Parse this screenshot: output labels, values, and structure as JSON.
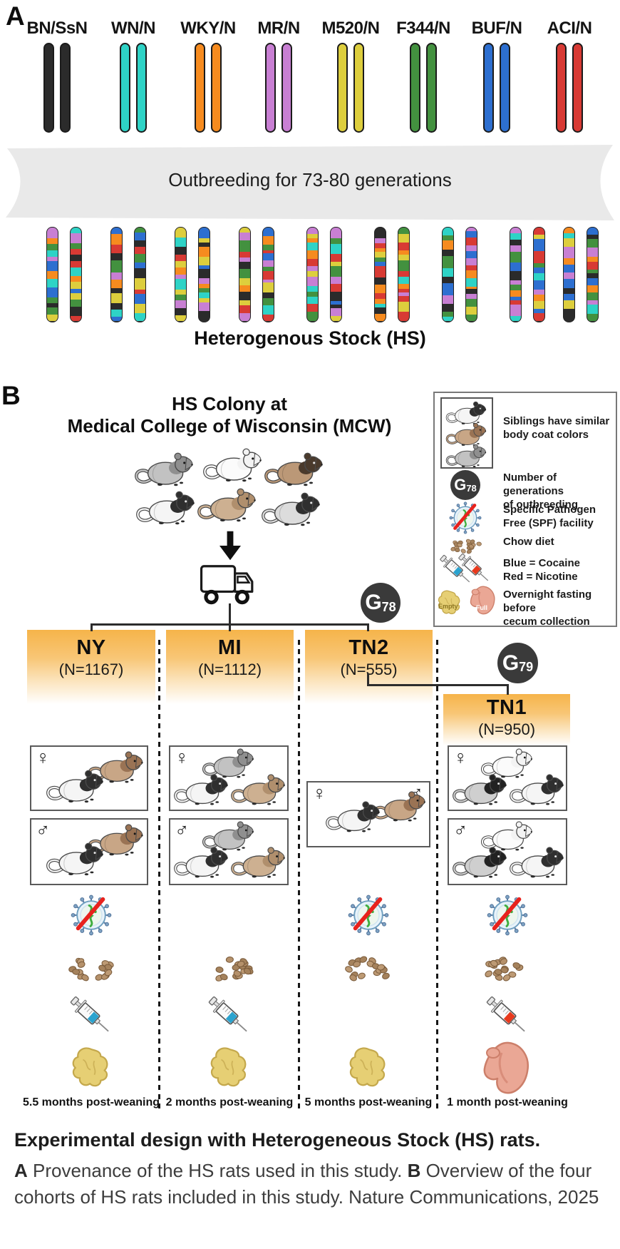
{
  "panel_a": {
    "label": "A",
    "strains": [
      {
        "name": "BN/SsN",
        "color": "#2b2b2b"
      },
      {
        "name": "WN/N",
        "color": "#2ed3c6"
      },
      {
        "name": "WKY/N",
        "color": "#f68b1f"
      },
      {
        "name": "MR/N",
        "color": "#c87fd3"
      },
      {
        "name": "M520/N",
        "color": "#ddce3d"
      },
      {
        "name": "F344/N",
        "color": "#43913f"
      },
      {
        "name": "BUF/N",
        "color": "#2d6fd0"
      },
      {
        "name": "ACI/N",
        "color": "#d83a34"
      }
    ],
    "outbreeding_text": "Outbreeding for 73-80 generations",
    "hs_label": "Heterogenous Stock (HS)",
    "mosaic_pair_count": 9
  },
  "panel_b": {
    "label": "B",
    "colony_title_line1": "HS Colony at",
    "colony_title_line2": "Medical College of Wisconsin (MCW)",
    "colony_rats": [
      "gray",
      "white",
      "brown-hooded",
      "hooded",
      "tan",
      "gray-hooded"
    ],
    "female_symbol": "♀",
    "male_symbol": "♂",
    "generation_badges": [
      {
        "id": "g78",
        "letter": "G",
        "number": "78"
      },
      {
        "id": "g79",
        "letter": "G",
        "number": "79"
      }
    ],
    "legend": {
      "items": [
        {
          "icon": "sibling-rats-icon",
          "text": "Siblings have similar\nbody coat colors",
          "rats": [
            "hooded",
            "brown",
            "gray"
          ]
        },
        {
          "icon": "generation-badge-icon",
          "text": "Number of generations\nof outbreeding",
          "badge": {
            "letter": "G",
            "number": "78"
          }
        },
        {
          "icon": "spf-virus-icon",
          "text": "Specific Pathogen\nFree (SPF) facility"
        },
        {
          "icon": "chow-icon",
          "text": "Chow diet"
        },
        {
          "icon": "syringes-icon",
          "text": "Blue = Cocaine\nRed = Nicotine"
        },
        {
          "icon": "cecum-icons",
          "text": "Overnight fasting before\ncecum collection",
          "empty_label": "Empty",
          "full_label": "Full"
        }
      ]
    },
    "cohorts": [
      {
        "name": "NY",
        "n_label": "(N=1167)",
        "sex_boxes": "separate",
        "female_rats": [
          "hooded",
          "brown"
        ],
        "male_rats": [
          "hooded",
          "brown"
        ],
        "spf": true,
        "chow": true,
        "drug": "cocaine",
        "cecum": "empty",
        "timeline": "5.5 months post-weaning"
      },
      {
        "name": "MI",
        "n_label": "(N=1112)",
        "sex_boxes": "separate",
        "female_rats": [
          "gray",
          "hooded",
          "tan"
        ],
        "male_rats": [
          "gray",
          "hooded",
          "tan"
        ],
        "spf": false,
        "chow": true,
        "drug": "cocaine",
        "cecum": "empty",
        "timeline": "2 months post-weaning"
      },
      {
        "name": "TN2",
        "n_label": "(N=555)",
        "sex_boxes": "combined",
        "female_rats": [
          "hooded",
          "brown"
        ],
        "male_rats": [],
        "spf": true,
        "chow": true,
        "drug": null,
        "cecum": "empty",
        "timeline": "5 months post-weaning"
      },
      {
        "name": "TN1",
        "n_label": "(N=950)",
        "sex_boxes": "separate",
        "female_rats": [
          "white",
          "dark-hooded",
          "hooded"
        ],
        "male_rats": [
          "white",
          "dark-hooded",
          "hooded"
        ],
        "spf": true,
        "chow": true,
        "drug": "nicotine",
        "cecum": "full",
        "timeline": "1 month post-weaning"
      }
    ]
  },
  "caption": {
    "title": "Experimental design with Heterogeneous Stock (HS) rats.",
    "part_a_label": "A",
    "part_a_text": " Provenance of the HS rats used in this study. ",
    "part_b_label": "B",
    "part_b_text": " Overview of the four cohorts of HS rats included in this study. Nature Communications, 2025"
  },
  "colors": {
    "drug_cocaine": "#2ba3cf",
    "drug_nicotine": "#e8391c",
    "badge_bg": "#3a3a3a",
    "ribbon_bg": "#e9e9e9",
    "header_top": "#f6b44a",
    "chow": "#b5916b",
    "cecum_empty": "#e6cf74",
    "cecum_full": "#eaa795",
    "virus_slash": "#e8221d",
    "connector": "#2c2c2c"
  },
  "coat_colors": {
    "gray": {
      "body": "#c2c2c2",
      "head": "#8f8f8f"
    },
    "white": {
      "body": "#fbfbfb",
      "head": "#f3f3f3"
    },
    "brown": {
      "body": "#c8a686",
      "head": "#9a7354"
    },
    "brown-hooded": {
      "body": "#bb9877",
      "head": "#4a3a2c"
    },
    "tan": {
      "body": "#cdb091",
      "head": "#b08f6d"
    },
    "hooded": {
      "body": "#f5f5f5",
      "head": "#2f2f2f"
    },
    "gray-hooded": {
      "body": "#dcdcdc",
      "head": "#2f2f2f"
    },
    "dark-hooded": {
      "body": "#cfcfcf",
      "head": "#222222"
    }
  }
}
